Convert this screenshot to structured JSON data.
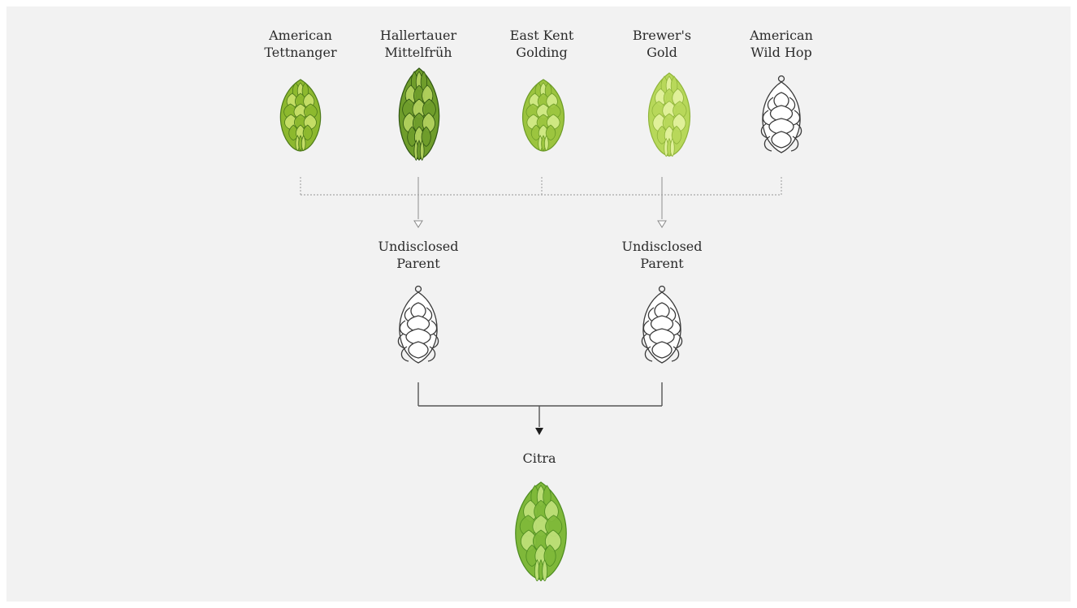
{
  "diagram": {
    "parents": [
      {
        "id": "american-tettnanger",
        "label": "American\nTettnanger",
        "kind": "photo",
        "colors": [
          "#8db82f",
          "#c9e06a",
          "#4d7a1a"
        ]
      },
      {
        "id": "hallertauer-mittelfruh",
        "label": "Hallertauer\nMittelfrüh",
        "kind": "photo",
        "colors": [
          "#6f9d2b",
          "#b3d35e",
          "#2f5512"
        ]
      },
      {
        "id": "east-kent-golding",
        "label": "East Kent\nGolding",
        "kind": "photo",
        "colors": [
          "#9cc43f",
          "#d4ea88",
          "#6b9a26"
        ]
      },
      {
        "id": "brewers-gold",
        "label": "Brewer's\nGold",
        "kind": "photo",
        "colors": [
          "#b7d85a",
          "#e3f29e",
          "#8fb43a"
        ]
      },
      {
        "id": "american-wild-hop",
        "label": "American\nWild Hop",
        "kind": "outline"
      }
    ],
    "intermediates": [
      {
        "id": "undisclosed-parent-left",
        "label": "Undisclosed\nParent",
        "kind": "outline"
      },
      {
        "id": "undisclosed-parent-right",
        "label": "Undisclosed\nParent",
        "kind": "outline"
      }
    ],
    "result": {
      "id": "citra",
      "label": "Citra",
      "kind": "photo",
      "colors": [
        "#7fb83a",
        "#bfe07a",
        "#4c8a1f"
      ]
    },
    "line_color": "#9a9a9a",
    "arrow_color": "#222222"
  }
}
